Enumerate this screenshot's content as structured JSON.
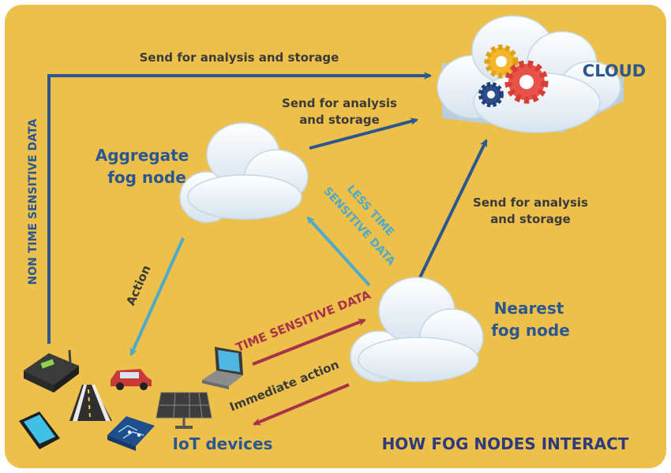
{
  "colors": {
    "background": "#ECC04A",
    "dark_blue": "#2B5791",
    "teal": "#4FA9C8",
    "crimson": "#A8324A",
    "label_dark": "#3A3A3A",
    "title": "#2E3A7C"
  },
  "nodes": {
    "cloud": "CLOUD",
    "aggregate_line1": "Aggregate",
    "aggregate_line2": "fog node",
    "nearest_line1": "Nearest",
    "nearest_line2": "fog node",
    "iot_devices": "IoT devices"
  },
  "labels": {
    "top_send": "Send for analysis and storage",
    "mid_send_line1": "Send for analysis",
    "mid_send_line2": "and storage",
    "right_send_line1": "Send for analysis",
    "right_send_line2": "and storage",
    "non_time_sensitive": "NON TIME SENSITIVE DATA",
    "action": "Action",
    "less_time_line1": "LESS TIME",
    "less_time_line2": "SENSITIVE DATA",
    "time_sensitive": "TIME SENSITIVE DATA",
    "immediate_action": "Immediate action"
  },
  "footer": {
    "title": "HOW FOG NODES INTERACT"
  },
  "icons": [
    "gear-icon",
    "router-icon",
    "road-icon",
    "car-icon",
    "laptop-icon",
    "smartphone-icon",
    "circuit-board-icon",
    "solar-panel-icon"
  ]
}
